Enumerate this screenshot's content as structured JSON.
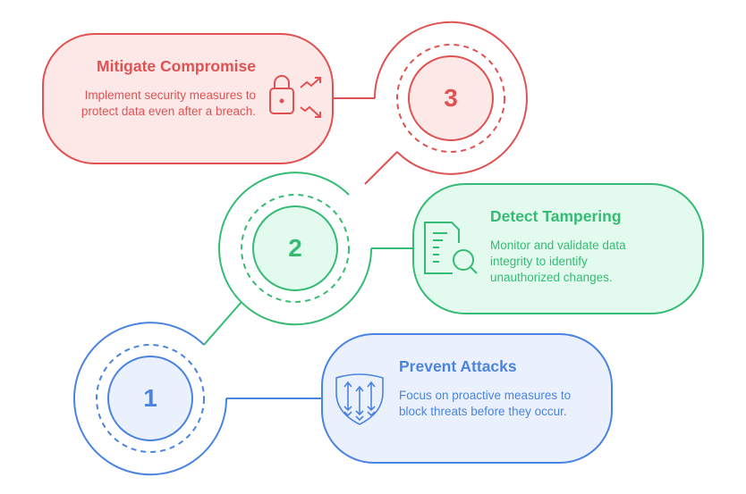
{
  "steps": [
    {
      "number": "1",
      "title": "Prevent Attacks",
      "description": "Focus on proactive measures to block threats before they occur.",
      "icon": "shield-arrows-icon",
      "color": "#4A84E0",
      "fill": "#EAF1FD"
    },
    {
      "number": "2",
      "title": "Detect Tampering",
      "description": "Monitor and validate data integrity to identify unauthorized changes.",
      "icon": "document-search-icon",
      "color": "#36BB74",
      "fill": "#E2FBEE"
    },
    {
      "number": "3",
      "title": "Mitigate Compromise",
      "description": "Implement security measures to protect data even after a breach.",
      "icon": "lock-trend-icon",
      "color": "#E05252",
      "fill": "#FDE8E8"
    }
  ]
}
